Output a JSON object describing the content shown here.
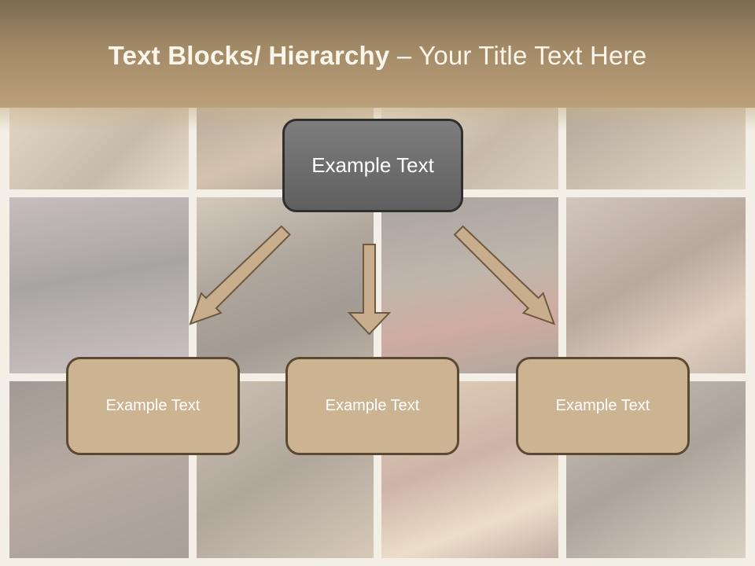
{
  "title": {
    "bold_part": "Text Blocks/ Hierarchy",
    "rest_part": " – Your Title Text Here"
  },
  "diagram": {
    "top_box": {
      "label": "Example Text"
    },
    "children": [
      {
        "label": "Example Text"
      },
      {
        "label": "Example Text"
      },
      {
        "label": "Example Text"
      }
    ]
  },
  "colors": {
    "title_band": "#a38a67",
    "top_box_fill": "#6f6f6f",
    "child_box_fill": "#ccb392",
    "child_box_border": "#5b4933",
    "arrow_fill": "#c8ae8c",
    "arrow_stroke": "#6e5a40"
  }
}
